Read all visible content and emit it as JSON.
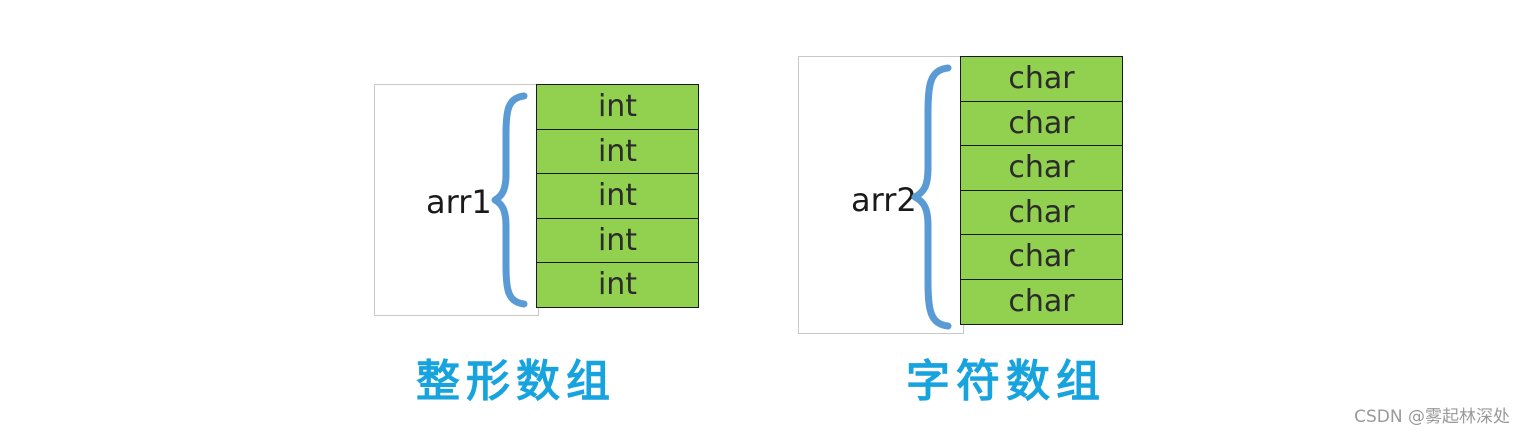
{
  "diagram": {
    "int_array": {
      "label": "arr1",
      "cells": [
        "int",
        "int",
        "int",
        "int",
        "int"
      ],
      "caption": "整形数组"
    },
    "char_array": {
      "label": "arr2",
      "cells": [
        "char",
        "char",
        "char",
        "char",
        "char",
        "char"
      ],
      "caption": "字符数组"
    },
    "colors": {
      "cell_fill": "#92d050",
      "cell_border": "#1a1a1a",
      "brace": "#5b9bd5",
      "caption": "#16a3de"
    }
  },
  "watermark": "CSDN @雾起林深处"
}
